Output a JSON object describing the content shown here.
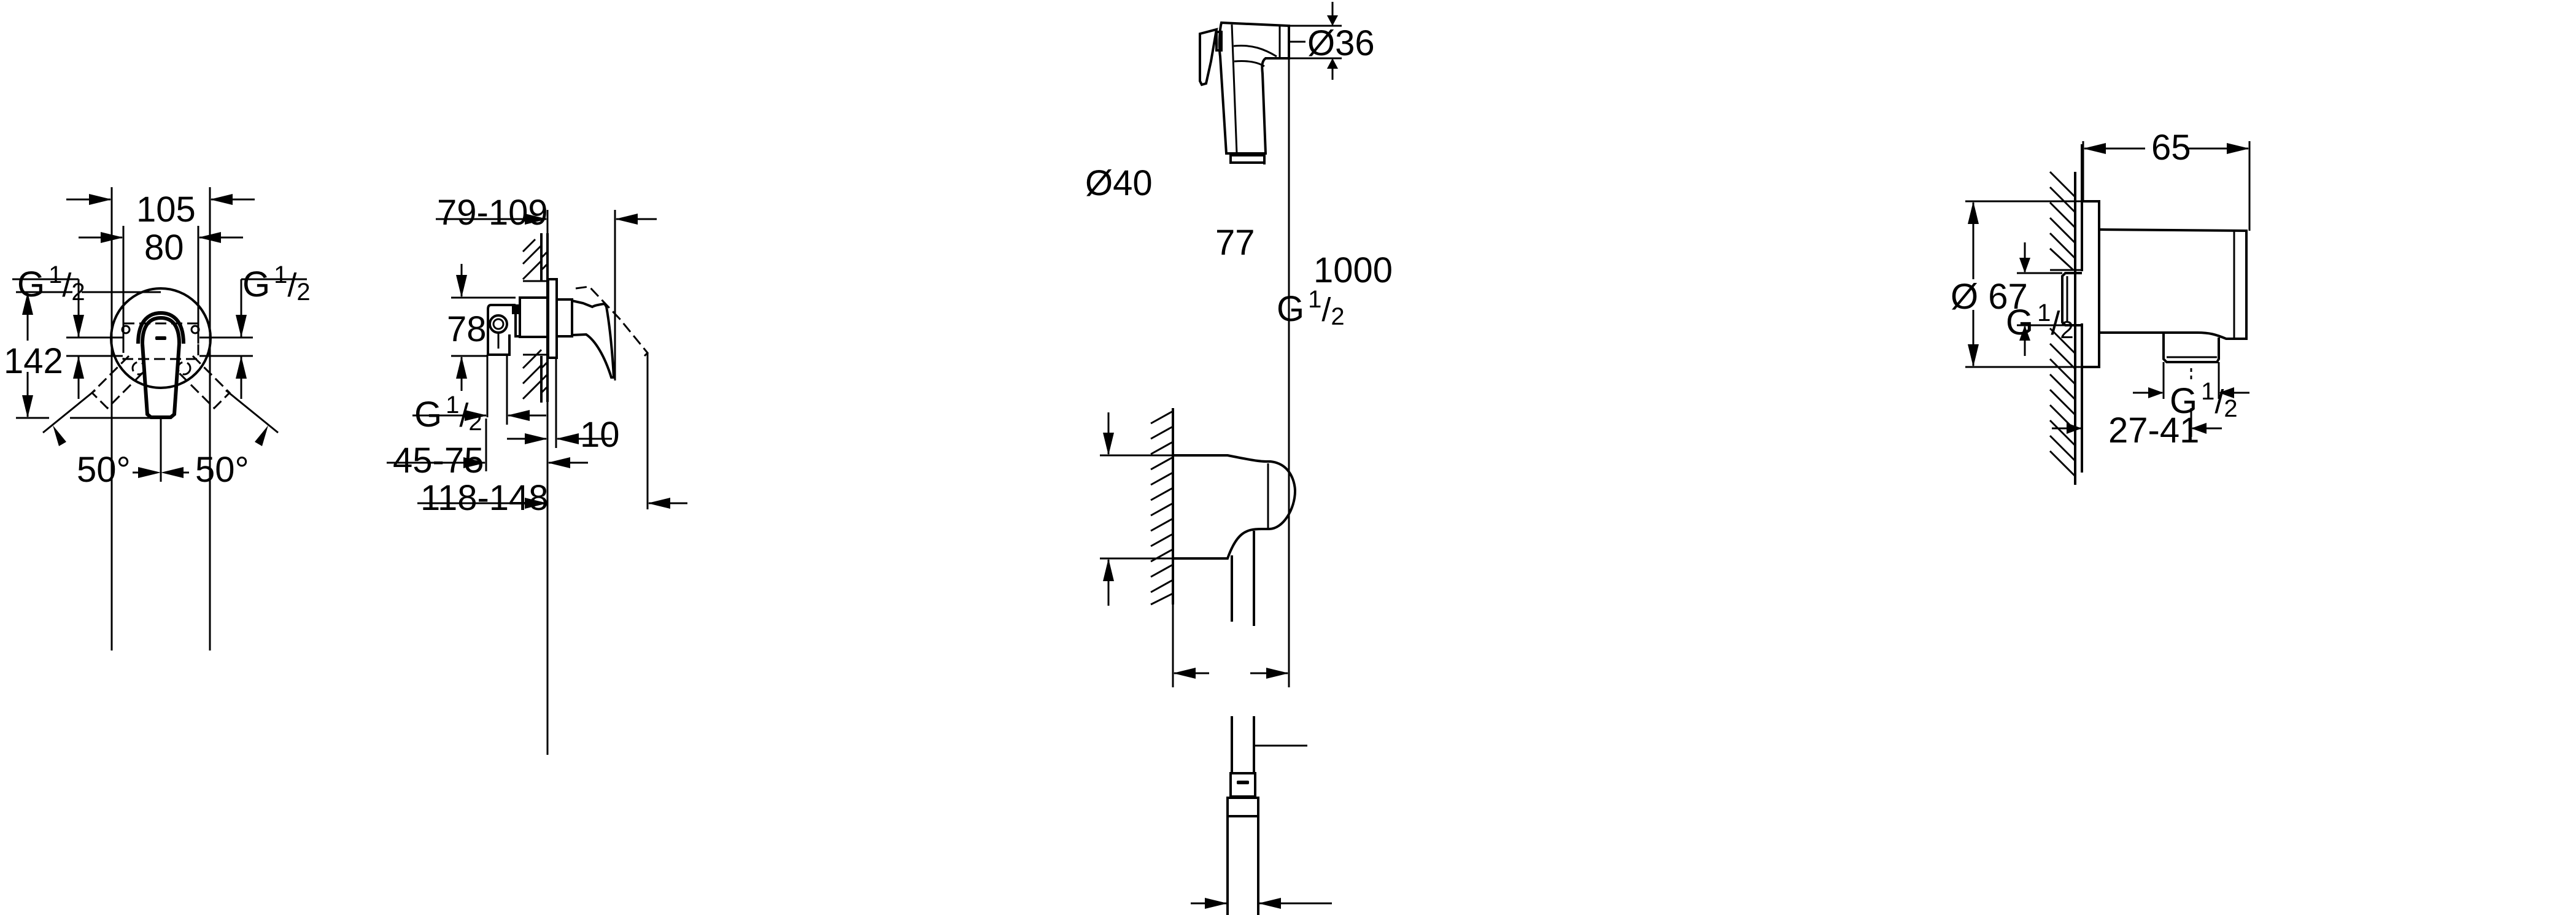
{
  "drawing": {
    "type": "technical dimension drawing",
    "views": [
      {
        "id": "mixer-front",
        "labels": {
          "width_outer": "105",
          "width_inner": "80",
          "height": "142",
          "thread_left": {
            "base": "G",
            "num": "1",
            "den": "2"
          },
          "thread_right": {
            "base": "G",
            "num": "1",
            "den": "2"
          },
          "angle_left": "50°",
          "angle_right": "50°"
        }
      },
      {
        "id": "mixer-side",
        "labels": {
          "depth_top": "79-109",
          "height_body": "78",
          "thread": {
            "base": "G",
            "num": "1",
            "den": "2"
          },
          "plate": "10",
          "depth_a": "45-75",
          "depth_b": "118-148"
        }
      },
      {
        "id": "hand-shower",
        "labels": {
          "head_diameter": "Ø36",
          "holder_diameter": "Ø40",
          "projection": "77",
          "hose_length": "1000",
          "hose_thread": {
            "base": "G",
            "num": "1",
            "den": "2"
          }
        }
      },
      {
        "id": "wall-outlet",
        "labels": {
          "projection": "65",
          "flange_diameter": "Ø 67",
          "inlet_thread": {
            "base": "G",
            "num": "1",
            "den": "2"
          },
          "outlet_thread": {
            "base": "G",
            "num": "1",
            "den": "2"
          },
          "depth_range": "27-41"
        }
      }
    ]
  }
}
